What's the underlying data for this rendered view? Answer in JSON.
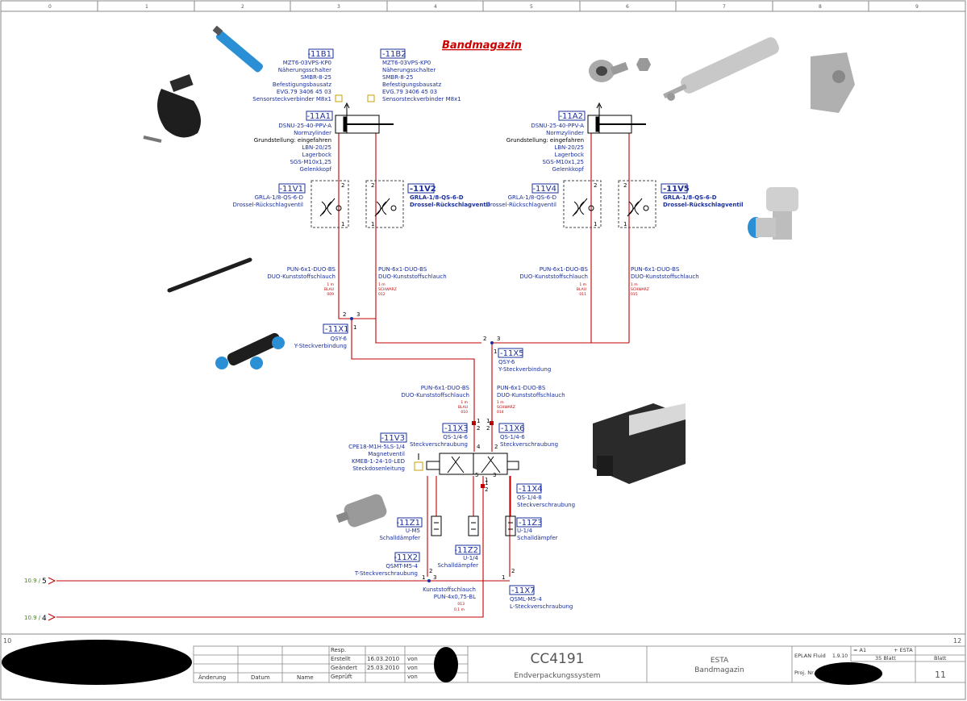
{
  "title": "Bandmagazin",
  "ruler": {
    "top": [
      "0",
      "1",
      "2",
      "3",
      "4",
      "5",
      "6",
      "7",
      "8",
      "9"
    ],
    "left_page_ref": "10",
    "right_page_ref": "12"
  },
  "components": {
    "b1": {
      "tag": "-11B1",
      "lines": [
        "MZT6-03VPS-KP0",
        "Näherungsschalter",
        "SMBR-8-25",
        "Befestigungsbausatz",
        "EVG.79 3406 45 03",
        "Sensorsteckverbinder M8x1"
      ]
    },
    "b2": {
      "tag": "-11B2",
      "lines": [
        "MZT6-03VPS-KP0",
        "Näherungsschalter",
        "SMBR-8-25",
        "Befestigungsbausatz",
        "EVG.79 3406 45 03",
        "Sensorsteckverbinder M8x1"
      ]
    },
    "a1": {
      "tag": "-11A1",
      "lines": [
        "DSNU-25-40-PPV-A",
        "Normzylinder",
        "Grundstellung: eingefahren",
        "LBN-20/25",
        "Lagerbock",
        "SGS-M10x1,25",
        "Gelenkkopf"
      ]
    },
    "a2": {
      "tag": "-11A2",
      "lines": [
        "DSNU-25-40-PPV-A",
        "Normzylinder",
        "Grundstellung: eingefahren",
        "LBN-20/25",
        "Lagerbock",
        "SGS-M10x1,25",
        "Gelenkkopf"
      ]
    },
    "v1": {
      "tag": "-11V1",
      "lines": [
        "GRLA-1/8-QS-6-D",
        "Drossel-Rückschlagventil"
      ]
    },
    "v2": {
      "tag": "-11V2",
      "lines": [
        "GRLA-1/8-QS-6-D",
        "Drossel-Rückschlagventil"
      ]
    },
    "v4": {
      "tag": "-11V4",
      "lines": [
        "GRLA-1/8-QS-6-D",
        "Drossel-Rückschlagventil"
      ]
    },
    "v5": {
      "tag": "-11V5",
      "lines": [
        "GRLA-1/8-QS-6-D",
        "Drossel-Rückschlagventil"
      ]
    },
    "x1": {
      "tag": "-11X1",
      "lines": [
        "QSY-6",
        "Y-Steckverbindung"
      ]
    },
    "x5": {
      "tag": "-11X5",
      "lines": [
        "QSY-6",
        "Y-Steckverbindung"
      ]
    },
    "x3": {
      "tag": "-11X3",
      "lines": [
        "QS-1/4-6",
        "Steckverschraubung"
      ]
    },
    "x6": {
      "tag": "-11X6",
      "lines": [
        "QS-1/4-6",
        "Steckverschraubung"
      ]
    },
    "v3": {
      "tag": "-11V3",
      "lines": [
        "CPE18-M1H-5LS-1/4",
        "Magnetventil",
        "KMEB-1-24-10-LED",
        "Steckdosenleitung"
      ]
    },
    "x4": {
      "tag": "-11X4",
      "lines": [
        "QS-1/4-8",
        "Steckverschraubung"
      ]
    },
    "z1": {
      "tag": "-11Z1",
      "lines": [
        "U-M5",
        "Schalldämpfer"
      ]
    },
    "z2": {
      "tag": "-11Z2",
      "lines": [
        "U-1/4",
        "Schalldämpfer"
      ]
    },
    "z3": {
      "tag": "-11Z3",
      "lines": [
        "U-1/4",
        "Schalldämpfer"
      ]
    },
    "x2": {
      "tag": "-11X2",
      "lines": [
        "QSMT-M5-4",
        "T-Steckverschraubung"
      ]
    },
    "x7": {
      "tag": "-11X7",
      "lines": [
        "QSML-M5-4",
        "L-Steckverschraubung"
      ]
    }
  },
  "hoses": {
    "h1": {
      "lines": [
        "PUN-6x1-DUO-BS",
        "DUO-Kunststoffschlauch"
      ],
      "small": [
        "1 m",
        "BLAU",
        "009"
      ]
    },
    "h2": {
      "lines": [
        "PUN-6x1-DUO-BS",
        "DUO-Kunststoffschlauch"
      ],
      "small": [
        "1 m",
        "SCHWARZ",
        "012"
      ]
    },
    "h3": {
      "lines": [
        "PUN-6x1-DUO-BS",
        "DUO-Kunststoffschlauch"
      ],
      "small": [
        "1 m",
        "BLAU",
        "011"
      ]
    },
    "h4": {
      "lines": [
        "PUN-6x1-DUO-BS",
        "DUO-Kunststoffschlauch"
      ],
      "small": [
        "1 m",
        "SCHWARZ",
        "015"
      ]
    },
    "h5": {
      "lines": [
        "PUN-6x1-DUO-BS",
        "DUO-Kunststoffschlauch"
      ],
      "small": [
        "1 m",
        "BLAU",
        "010"
      ]
    },
    "h6": {
      "lines": [
        "PUN-6x1-DUO-BS",
        "DUO-Kunststoffschlauch"
      ],
      "small": [
        "1 m",
        "SCHWARZ",
        "014"
      ]
    },
    "h7": {
      "lines": [
        "Kunststoffschlauch",
        "PUN-4x0,75-BL"
      ],
      "small": [
        "013",
        "0,1 m"
      ]
    }
  },
  "signals": {
    "ref5": "10.9 /",
    "num5": "5",
    "ref4": "10.9 /",
    "num4": "4"
  },
  "port_numbers": {
    "x1_2": "2",
    "x1_3": "3",
    "x1_1": "1",
    "x5_2": "2",
    "x5_3": "3",
    "x5_1": "1",
    "v_2": "2",
    "v_1": "1",
    "valve_4": "4",
    "valve_2": "2",
    "valve_5": "5",
    "valve_3": "3",
    "valve_1": "1",
    "x2_2": "2",
    "x2_3": "3",
    "x2_1": "1",
    "x7_1": "1",
    "x7_2": "2"
  },
  "titleblock": {
    "resp": "Resp.",
    "erstellt": "Erstellt",
    "erstellt_date": "16.03.2010",
    "geaendert": "Geändert",
    "geaendert_date": "25.03.2010",
    "geprueft": "Geprüft",
    "von1": "von",
    "von2": "von",
    "von3": "von",
    "col_aenderung": "Änderung",
    "col_datum": "Datum",
    "col_name": "Name",
    "drawing_no": "CC4191",
    "drawing_desc": "Endverpackungssystem",
    "company": "ESTA",
    "sheet_title": "Bandmagazin",
    "software": "EPLAN Fluid",
    "software_version": "1.9.10",
    "eq_a1": "= A1",
    "plus_esta": "+ ESTA",
    "proj_nr": "Proj. Nr.",
    "blatt_count": "35 Blatt",
    "blatt_label": "Blatt",
    "sheet_no": "11"
  }
}
